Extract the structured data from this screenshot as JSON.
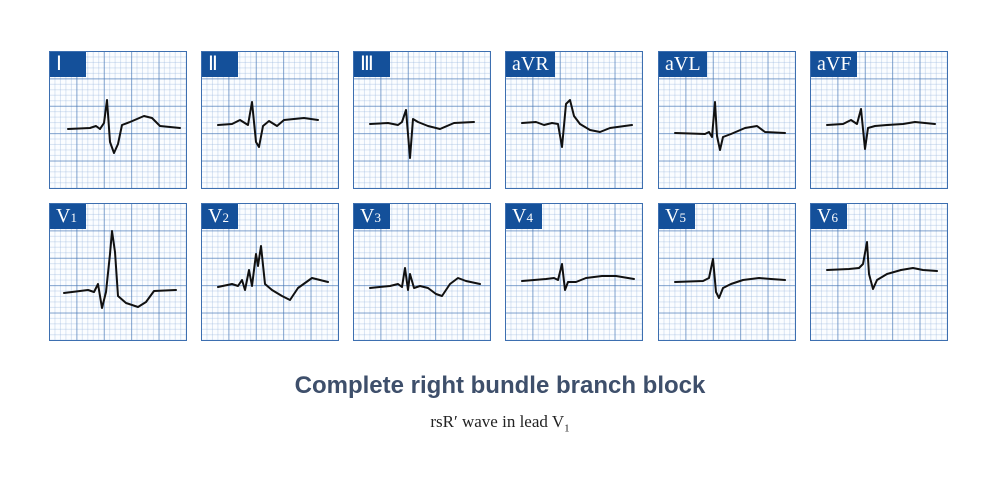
{
  "leads_row1": [
    {
      "id": "I",
      "label": "Ⅰ"
    },
    {
      "id": "II",
      "label": "Ⅱ"
    },
    {
      "id": "III",
      "label": "Ⅲ"
    },
    {
      "id": "aVR",
      "label": "aVR"
    },
    {
      "id": "aVL",
      "label": "aVL"
    },
    {
      "id": "aVF",
      "label": "aVF"
    }
  ],
  "leads_row2": [
    {
      "id": "V1",
      "label": "V",
      "sub": "1"
    },
    {
      "id": "V2",
      "label": "V",
      "sub": "2"
    },
    {
      "id": "V3",
      "label": "V",
      "sub": "3"
    },
    {
      "id": "V4",
      "label": "V",
      "sub": "4"
    },
    {
      "id": "V5",
      "label": "V",
      "sub": "5"
    },
    {
      "id": "V6",
      "label": "V",
      "sub": "6"
    }
  ],
  "title": "Complete right bundle branch block",
  "subtitle": {
    "text": "rsR′ wave in lead V",
    "sub": "1"
  }
}
